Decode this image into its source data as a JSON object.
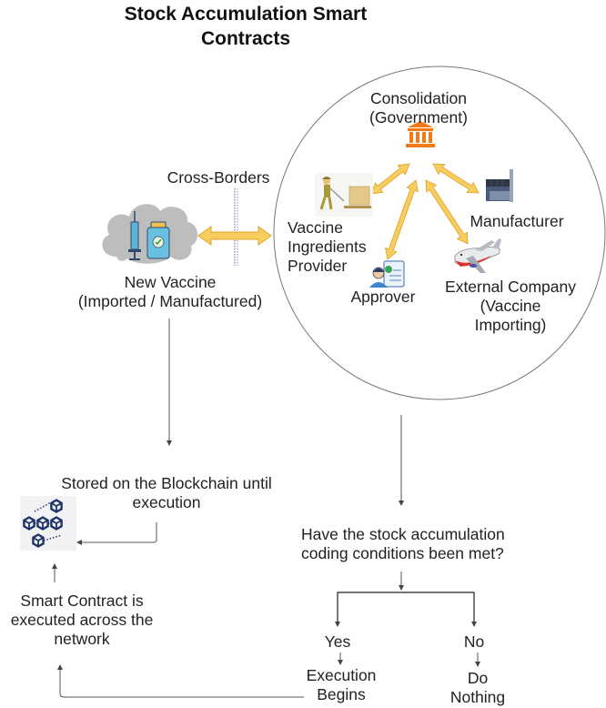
{
  "title": "Stock  Accumulation Smart\nContracts",
  "colors": {
    "arrow_fill": "#F9CC5E",
    "arrow_stroke": "#D9A52B",
    "government_icon": "#F07A16",
    "cloud": "#BDBDBD",
    "blockchain_icon": "#1F3466",
    "border_line": "#5A5FA8",
    "line": "#555555"
  },
  "nodes": {
    "cross_borders": "Cross-Borders",
    "new_vaccine": "New Vaccine\n(Imported / Manufactured)",
    "consolidation": "Consolidation\n(Government)",
    "ingredients_provider": "Vaccine\nIngredients\nProvider",
    "manufacturer": "Manufacturer",
    "approver": "Approver",
    "external_company": "External Company\n(Vaccine\nImporting)",
    "stored_blockchain": "Stored on the Blockchain until\nexecution",
    "smart_contract_executed": "Smart Contract is\nexecuted across the\nnetwork",
    "question": "Have the stock accumulation\ncoding conditions been met?",
    "yes": "Yes",
    "no": "No",
    "execution_begins": "Execution\nBegins",
    "do_nothing": "Do\nNothing"
  },
  "icons": {
    "vaccine": "vaccine-cloud-icon",
    "government": "government-building-icon",
    "worker": "delivery-worker-icon",
    "factory": "factory-icon",
    "approver": "approver-clipboard-icon",
    "airplane": "airplane-icon",
    "blockchain": "blockchain-network-icon"
  }
}
